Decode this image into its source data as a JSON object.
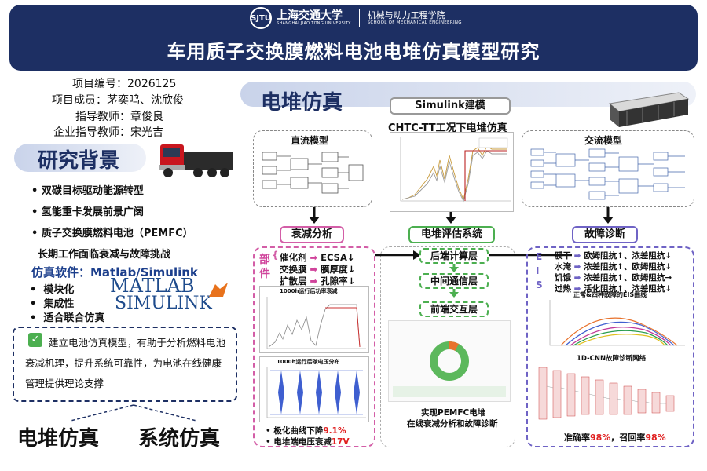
{
  "header": {
    "university_cn": "上海交通大学",
    "university_en": "SHANGHAI JIAO TONG UNIVERSITY",
    "school_cn": "机械与动力工程学院",
    "school_en": "SCHOOL OF MECHANICAL ENGINEERING",
    "title": "车用质子交换膜燃料电池电堆仿真模型研究"
  },
  "project": {
    "id_line": "项目编号：2026125",
    "members_line": "项目成员：茅奕鸣、沈欣俊",
    "advisor_line": "指导教师：章俊良",
    "company_advisor_line": "企业指导教师：宋光吉"
  },
  "background": {
    "title": "研究背景",
    "bullets": [
      "双碳目标驱动能源转型",
      "氢能重卡发展前景广阔",
      "质子交换膜燃料电池（PEMFC）",
      "长期工作面临衰减与故障挑战"
    ],
    "software_line": "仿真软件：Matlab/Simulink",
    "features": [
      "模块化",
      "集成性",
      "适合联合仿真"
    ],
    "matlab_logo": "MATLAB",
    "simulink_logo": "SIMULINK",
    "conclusion_icon": "check-icon",
    "conclusion": "建立电池仿真模型，有助于分析燃料电池衰减机理，提升系统可靠性，为电池在线健康管理提供理论支撑",
    "footer_left": "电堆仿真",
    "footer_right": "系统仿真"
  },
  "stack": {
    "title": "电堆仿真",
    "simulink_box": "Simulink建模",
    "chtc_title": "CHTC-TT工况下电堆仿真",
    "dc_model": "直流模型",
    "ac_model": "交流模型",
    "degradation": "衰减分析",
    "eval_system": "电堆评估系统",
    "fault_diag": "故障诊断",
    "parts_label": "部件",
    "deg_rows": [
      {
        "part": "催化剂",
        "effect": "ECSA↓"
      },
      {
        "part": "交换膜",
        "effect": "膜厚度↓"
      },
      {
        "part": "扩散层",
        "effect": "孔隙率↓"
      }
    ],
    "deg_chart1_title": "1000h运行后功率衰减",
    "deg_chart2_title": "1000h运行后碳电压分布",
    "deg_result1_prefix": "极化曲线下降",
    "deg_result1_value": "9.1%",
    "deg_result2_prefix": "电堆端电压衰减",
    "deg_result2_value": "17V",
    "layers": [
      "后端计算层",
      "中间通信层",
      "前端交互层"
    ],
    "eval_caption1": "实现PEMFC电堆",
    "eval_caption2": "在线衰减分析和故障诊断",
    "eis_letters": [
      "E",
      "I",
      "S"
    ],
    "fault_rows": [
      {
        "fault": "膜干",
        "effect": "欧姆阻抗↑、浓差阻抗↓"
      },
      {
        "fault": "水淹",
        "effect": "浓差阻抗↑、欧姆阻抗↓"
      },
      {
        "fault": "饥饿",
        "effect": "浓差阻抗↑、欧姆阻抗→"
      },
      {
        "fault": "过热",
        "effect": "活化阻抗↑、浓差阻抗↓"
      }
    ],
    "eis_chart_title": "正常&四种故障的EIS曲线",
    "cnn_title": "1D-CNN故障诊断网络",
    "accuracy_prefix": "准确率",
    "accuracy_value": "98%",
    "recall_prefix": "，召回率",
    "recall_value": "98%"
  },
  "colors": {
    "navy": "#1d2f63",
    "pink": "#d35ea7",
    "purple": "#6f63c5",
    "green": "#4caf50",
    "red": "#e02020"
  }
}
